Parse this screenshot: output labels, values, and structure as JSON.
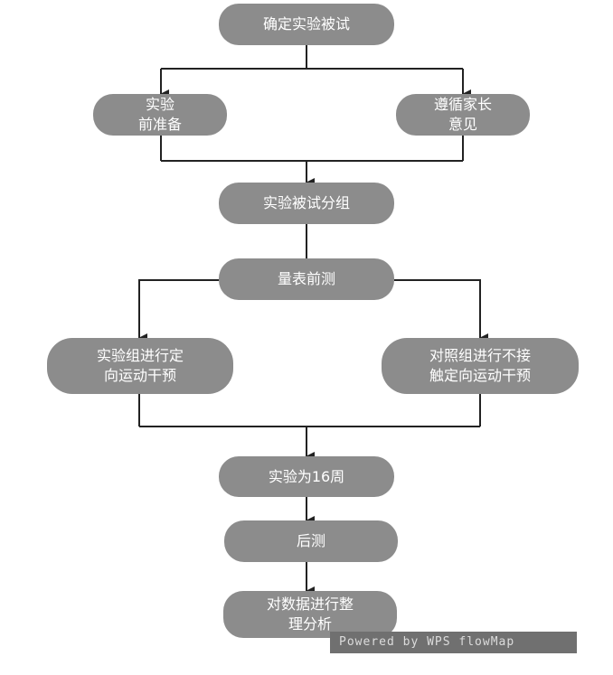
{
  "nodes": {
    "confirm": "确定实验被试",
    "prep": [
      "实验",
      "前准备"
    ],
    "consent": [
      "遵循家长",
      "意见"
    ],
    "grouping": "实验被试分组",
    "pretest": "量表前测",
    "exp_group": [
      "实验组进行定",
      "向运动干预"
    ],
    "ctrl_group": [
      "对照组进行不接",
      "触定向运动干预"
    ],
    "duration": "实验为16周",
    "posttest": "后测",
    "analysis": [
      "对数据进行整",
      "理分析"
    ]
  },
  "watermark": "Powered by WPS flowMap",
  "colors": {
    "node_fill": "#8c8c8c",
    "node_text": "#ffffff",
    "line": "#222222"
  }
}
